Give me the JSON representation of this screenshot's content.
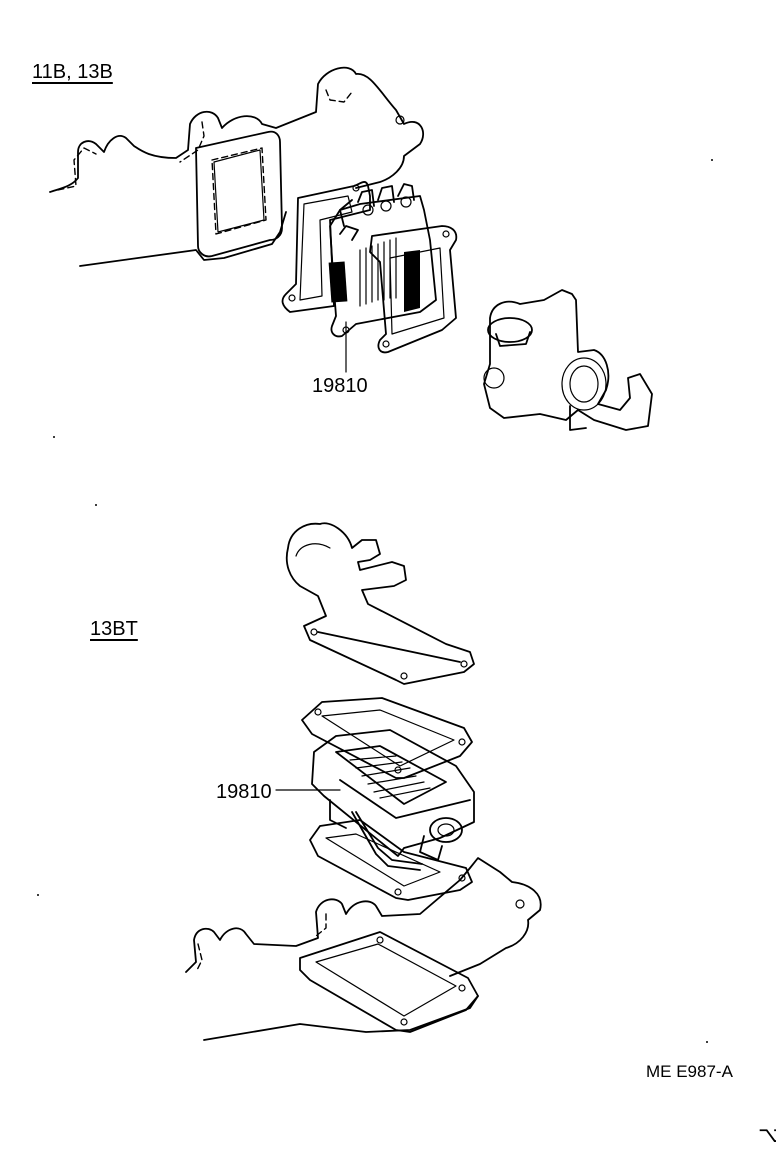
{
  "figure": {
    "upper_variant_label": "11B, 13B",
    "lower_variant_label": "13BT",
    "upper_part_number": "19810",
    "lower_part_number": "19810",
    "diagram_code": "ME E987-A",
    "corner_mark": "⌥"
  }
}
